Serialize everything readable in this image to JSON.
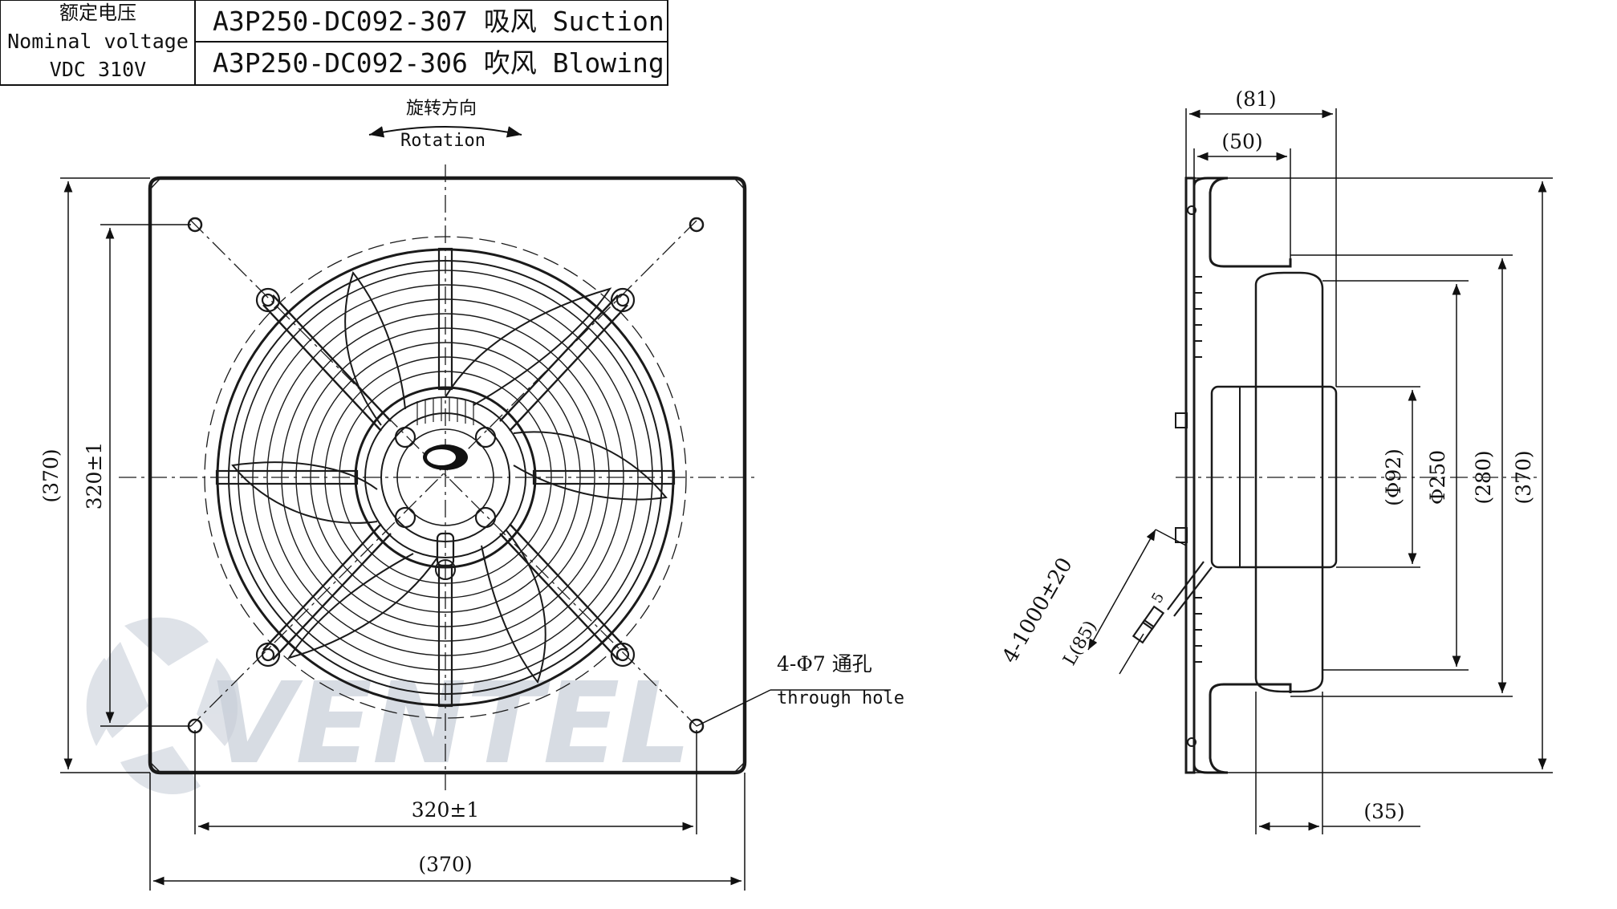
{
  "spec_table": {
    "rated_voltage_cn": "额定电压",
    "rated_voltage_en": "Nominal voltage",
    "voltage_value": "VDC 310V",
    "models": [
      "A3P250-DC092-307 吸风 Suction",
      "A3P250-DC092-306 吹风 Blowing"
    ]
  },
  "front_view": {
    "rotation_cn": "旋转方向",
    "rotation_en": "Rotation",
    "dim_height_overall": "(370)",
    "dim_height_holes": "320±1",
    "dim_width_holes": "320±1",
    "dim_width_overall": "(370)",
    "hole_label_cn": "4-Φ7 通孔",
    "hole_label_en": "through hole"
  },
  "side_view": {
    "dim_depth_overall": "(81)",
    "dim_depth_motor": "(50)",
    "dim_hub": "(Φ92)",
    "dim_impeller": "Φ250",
    "dim_inlet": "(280)",
    "dim_frame": "(370)",
    "dim_bottom": "(35)",
    "cable_length": "4-1000±20",
    "cable_strip": "L(85)",
    "cable_end": "5"
  },
  "watermark": "VENTEL",
  "colors": {
    "line": "#1a1a1a",
    "watermark": "#b9c2cf",
    "watermark_accent": "#a9d0ee"
  }
}
